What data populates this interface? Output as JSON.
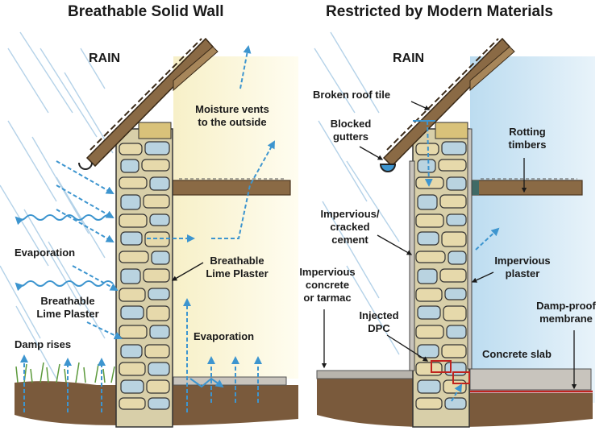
{
  "panels": {
    "left": {
      "title": "Breathable Solid Wall",
      "rain": "RAIN",
      "labels": {
        "moisture_vents_1": "Moisture vents",
        "moisture_vents_2": "to the outside",
        "evaporation_left": "Evaporation",
        "breathable_inner_1": "Breathable",
        "breathable_inner_2": "Lime Plaster",
        "breathable_outer_1": "Breathable",
        "breathable_outer_2": "Lime Plaster",
        "damp_rises": "Damp rises",
        "evaporation_right": "Evaporation"
      }
    },
    "right": {
      "title": "Restricted by Modern Materials",
      "rain": "RAIN",
      "labels": {
        "broken_roof_tile": "Broken roof tile",
        "blocked_gutters_1": "Blocked",
        "blocked_gutters_2": "gutters",
        "rotting_timbers_1": "Rotting",
        "rotting_timbers_2": "timbers",
        "impervious_cement_1": "Impervious/",
        "impervious_cement_2": "cracked",
        "impervious_cement_3": "cement",
        "impervious_plaster_1": "Impervious",
        "impervious_plaster_2": "plaster",
        "impervious_concrete_1": "Impervious",
        "impervious_concrete_2": "concrete",
        "impervious_concrete_3": "or tarmac",
        "injected_dpc_1": "Injected",
        "injected_dpc_2": "DPC",
        "damp_proof_1": "Damp-proof",
        "damp_proof_2": "membrane",
        "concrete_slab": "Concrete slab"
      }
    }
  },
  "colors": {
    "rain": "#9cc3e0",
    "moisture_arrow": "#3d95cf",
    "interior_left": "#fbf6dc",
    "interior_right": "#cfe6f5",
    "roof": "#8a6a45",
    "stone_beige": "#e6d9ab",
    "stone_blue": "#b9d3e0",
    "ground": "#7a5a3c",
    "cement": "#c8c4bd",
    "dpc_red": "#c0231e"
  }
}
